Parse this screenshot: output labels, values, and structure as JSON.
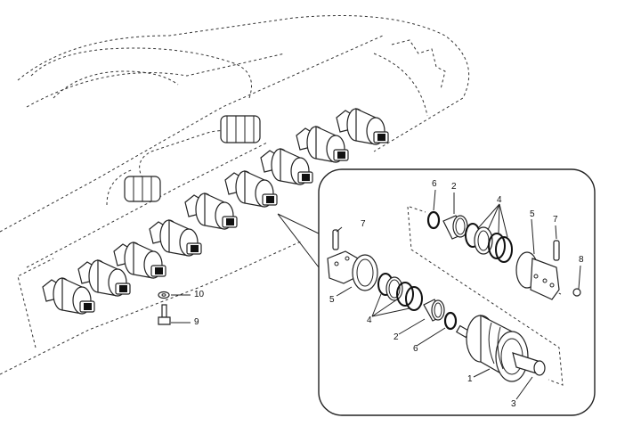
{
  "diagram": {
    "type": "exploded parts diagram - track bottom roller assembly",
    "overview_callouts": {
      "washer": "10",
      "bolt": "9"
    },
    "detail_callouts": {
      "upper_o_ring": "6",
      "upper_bushing": "2",
      "upper_seals": "4",
      "right_collar": "5",
      "right_pin": "7",
      "plug": "8",
      "left_pin": "7",
      "left_collar": "5",
      "lower_seals": "4",
      "lower_bushing": "2",
      "lower_o_ring": "6",
      "roller": "1",
      "shaft": "3"
    }
  }
}
